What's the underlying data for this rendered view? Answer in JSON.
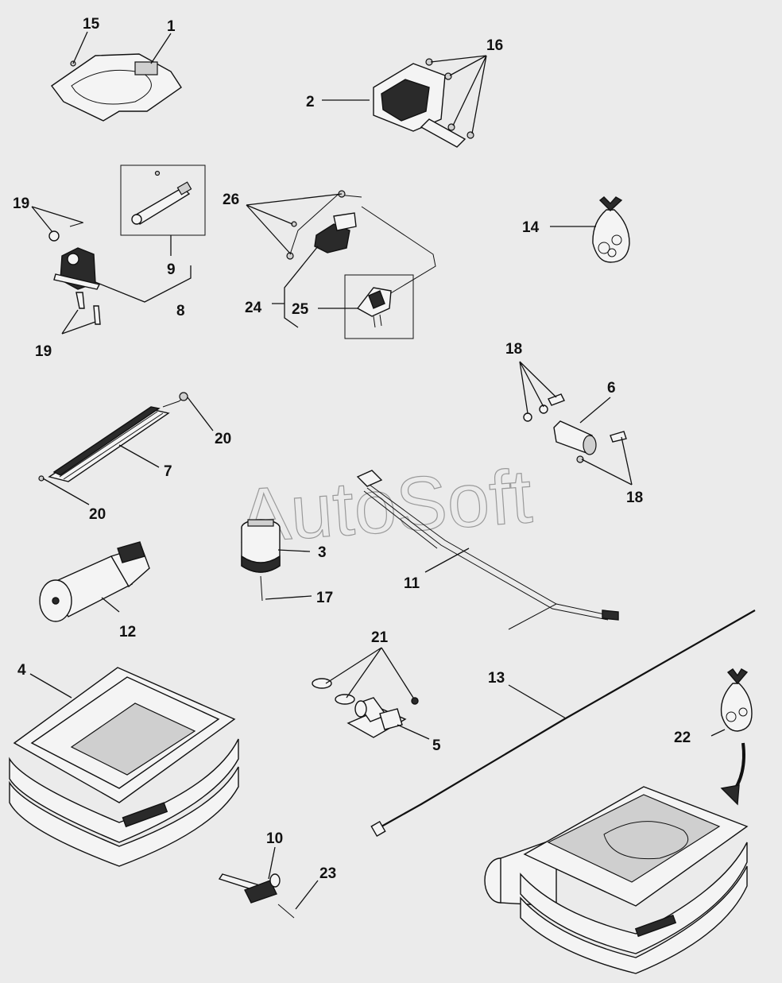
{
  "diagram": {
    "watermark": "AutoSoft",
    "callouts": {
      "c1": "1",
      "c2": "2",
      "c3": "3",
      "c4": "4",
      "c5": "5",
      "c6": "6",
      "c7": "7",
      "c8": "8",
      "c9": "9",
      "c10": "10",
      "c11": "11",
      "c12": "12",
      "c13": "13",
      "c14": "14",
      "c15": "15",
      "c16": "16",
      "c17": "17",
      "c18a": "18",
      "c18b": "18",
      "c19a": "19",
      "c19b": "19",
      "c20a": "20",
      "c20b": "20",
      "c21": "21",
      "c22": "22",
      "c23": "23",
      "c24": "24",
      "c25": "25",
      "c26": "26"
    }
  }
}
